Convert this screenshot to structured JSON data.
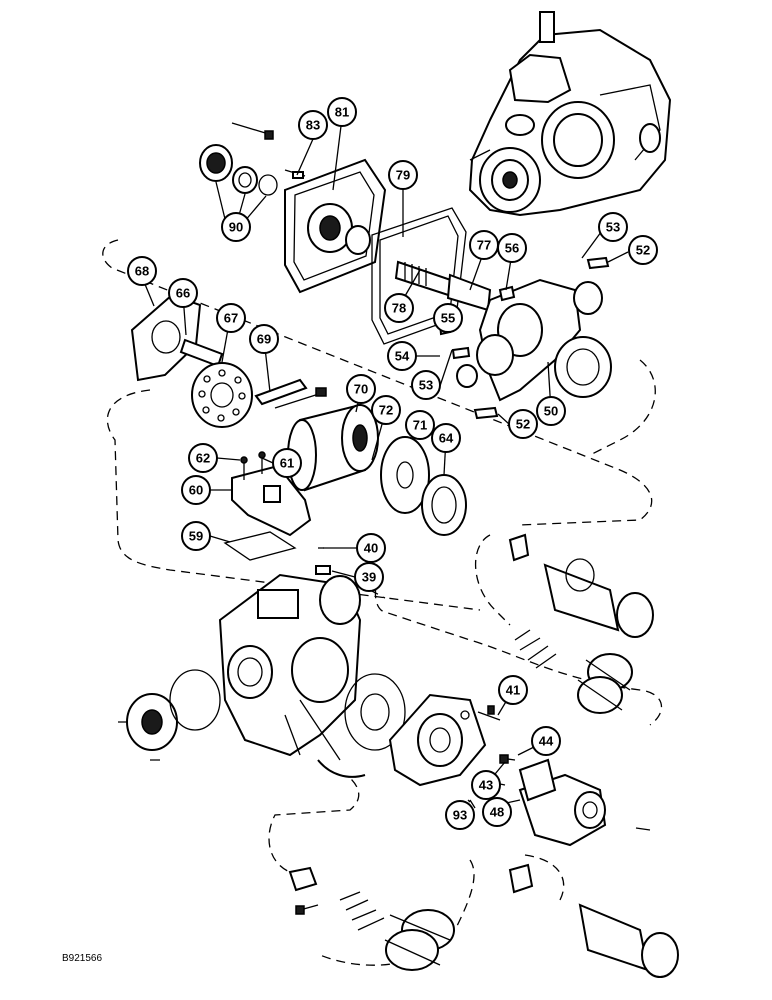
{
  "drawing_code": "B921566",
  "callouts": [
    {
      "id": "c83",
      "label": "83"
    },
    {
      "id": "c81",
      "label": "81"
    },
    {
      "id": "c79",
      "label": "79"
    },
    {
      "id": "c90",
      "label": "90"
    },
    {
      "id": "c53a",
      "label": "53"
    },
    {
      "id": "c52a",
      "label": "52"
    },
    {
      "id": "c77",
      "label": "77"
    },
    {
      "id": "c56",
      "label": "56"
    },
    {
      "id": "c68",
      "label": "68"
    },
    {
      "id": "c66",
      "label": "66"
    },
    {
      "id": "c78",
      "label": "78"
    },
    {
      "id": "c55",
      "label": "55"
    },
    {
      "id": "c67",
      "label": "67"
    },
    {
      "id": "c69",
      "label": "69"
    },
    {
      "id": "c54",
      "label": "54"
    },
    {
      "id": "c70",
      "label": "70"
    },
    {
      "id": "c53b",
      "label": "53"
    },
    {
      "id": "c72",
      "label": "72"
    },
    {
      "id": "c71",
      "label": "71"
    },
    {
      "id": "c52b",
      "label": "52"
    },
    {
      "id": "c50",
      "label": "50"
    },
    {
      "id": "c62",
      "label": "62"
    },
    {
      "id": "c61",
      "label": "61"
    },
    {
      "id": "c64",
      "label": "64"
    },
    {
      "id": "c60",
      "label": "60"
    },
    {
      "id": "c59",
      "label": "59"
    },
    {
      "id": "c40",
      "label": "40"
    },
    {
      "id": "c39",
      "label": "39"
    },
    {
      "id": "c41",
      "label": "41"
    },
    {
      "id": "c44",
      "label": "44"
    },
    {
      "id": "c43",
      "label": "43"
    },
    {
      "id": "c48",
      "label": "48"
    },
    {
      "id": "c93",
      "label": "93"
    }
  ]
}
